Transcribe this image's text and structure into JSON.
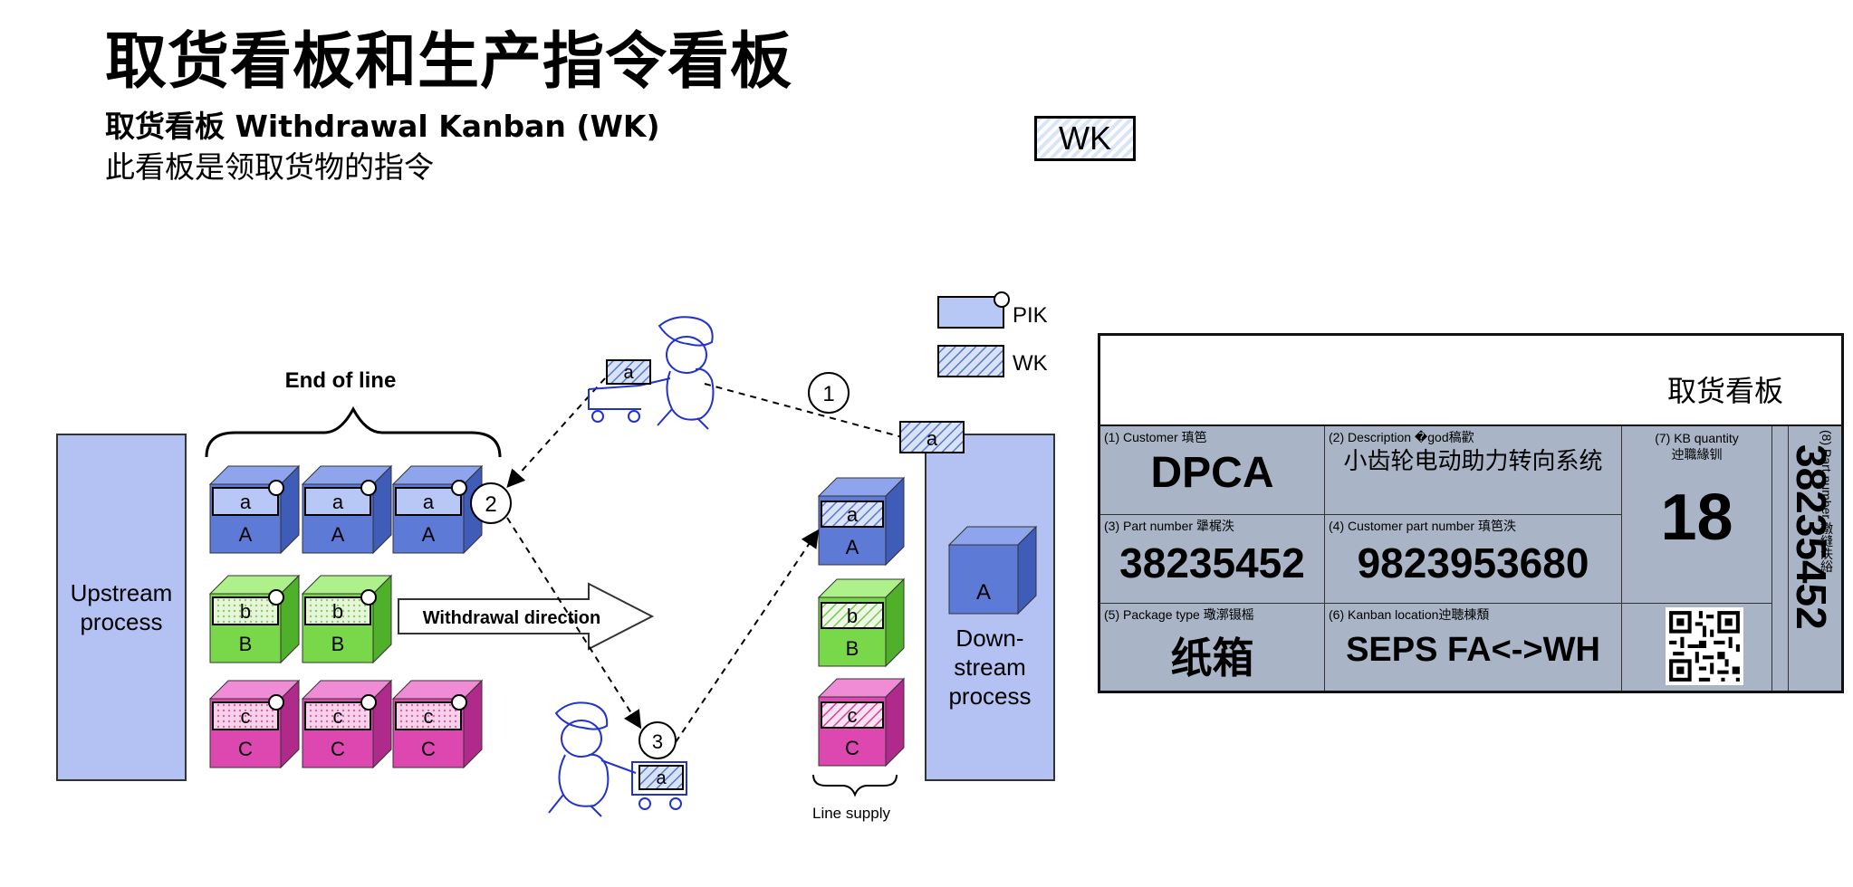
{
  "header": {
    "title": "取货看板和生产指令看板",
    "subtitle_bold": "取货看板 Withdrawal Kanban (WK)",
    "subtitle": "此看板是领取货物的指令",
    "badge": "WK"
  },
  "diagram": {
    "legend": {
      "pik": "PIK",
      "wk": "WK"
    },
    "end_of_line": "End of line",
    "upstream": [
      "Upstream",
      "process"
    ],
    "downstream": [
      "Down-",
      "stream",
      "process"
    ],
    "withdrawal_direction": "Withdrawal direction",
    "line_supply": "Line supply",
    "steps": [
      "1",
      "2",
      "3"
    ],
    "row_a": {
      "tag": "a",
      "part": "A"
    },
    "row_b": {
      "tag": "b",
      "part": "B"
    },
    "row_c": {
      "tag": "c",
      "part": "C"
    },
    "colors": {
      "process_box": "#b3c2f2",
      "blue_bin": "#5c7ad6",
      "green_bin": "#78d84a",
      "pink_bin": "#dd48b0"
    }
  },
  "card": {
    "name": "取货看板",
    "customer_label": "(1) Customer  瑱笆",
    "customer": "DPCA",
    "description_label": "(2) Description  �god稿歡",
    "description": "小齿轮电动助力转向系统",
    "kb_quantity_label_1": "(7) KB quantity",
    "kb_quantity_label_2": "迚職緣钏",
    "kb_quantity": "18",
    "part_number_label": "(3) Part number  犟梶泆",
    "part_number": "38235452",
    "customer_part_label": "(4) Customer part number  瑱笆泆",
    "customer_part": "9823953680",
    "package_label": "(5) Package type  璥漷镊榣",
    "package": "纸箱",
    "location_label": "(6) Kanban location迚聴棟頽",
    "location": "SEPS FA<->WH",
    "vertical_label": "(8) Part number  譈縫泆綌",
    "vertical_value": "38235452",
    "qr_icon": "qr-code-icon",
    "body_color": "#a9b5c6"
  }
}
